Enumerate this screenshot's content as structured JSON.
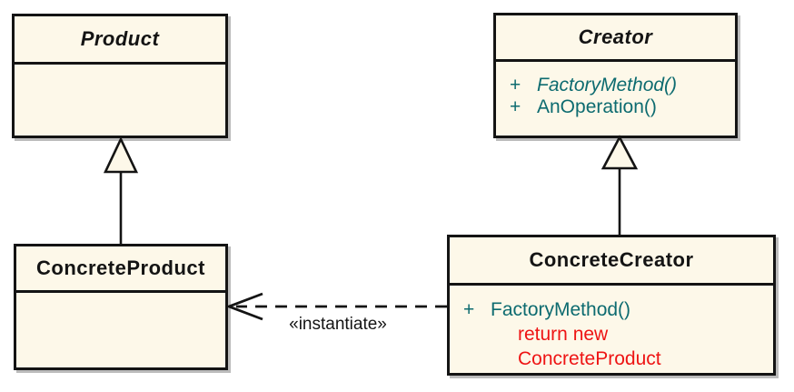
{
  "colors": {
    "box_fill": "#fdf8e9",
    "border": "#141414",
    "method_teal": "#0d6b70",
    "annotation_red": "#ee1414",
    "shadow_gray": "#bcbcbc"
  },
  "classes": {
    "product": {
      "name": "Product",
      "abstract": true,
      "methods": []
    },
    "creator": {
      "name": "Creator",
      "abstract": true,
      "methods": [
        {
          "visibility": "+",
          "label": "FactoryMethod()",
          "italic": true
        },
        {
          "visibility": "+",
          "label": "AnOperation()",
          "italic": false
        }
      ]
    },
    "concrete_product": {
      "name": "ConcreteProduct",
      "abstract": false,
      "methods": []
    },
    "concrete_creator": {
      "name": "ConcreteCreator",
      "abstract": false,
      "methods": [
        {
          "visibility": "+",
          "label": "FactoryMethod()",
          "italic": false
        }
      ],
      "annotation_lines": [
        "return new",
        "ConcreteProduct"
      ]
    }
  },
  "relationships": {
    "generalizations": [
      {
        "from": "ConcreteProduct",
        "to": "Product"
      },
      {
        "from": "ConcreteCreator",
        "to": "Creator"
      }
    ],
    "dependency": {
      "from": "ConcreteCreator",
      "to": "ConcreteProduct",
      "label": "«instantiate»"
    }
  }
}
